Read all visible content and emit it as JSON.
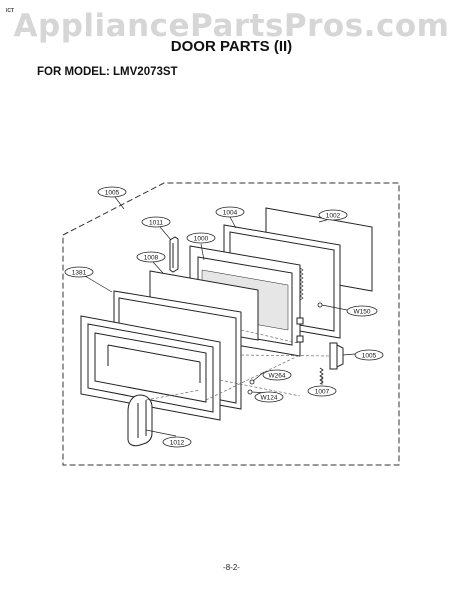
{
  "watermark": "AppliancePartsPros.com",
  "corner_mark": "ICT",
  "title": "DOOR PARTS (II)",
  "model_line": "FOR MODEL: LMV2073ST",
  "page_number": "-8-2-",
  "callouts": {
    "c1005a": "1005",
    "c1004": "1004",
    "c1002": "1002",
    "c1011": "1011",
    "c1000": "1000",
    "c1008": "1008",
    "c1381": "1381",
    "cW150": "W150",
    "c1005b": "1005",
    "cW264": "W264",
    "cW124": "W124",
    "c1007": "1007",
    "c1012": "1012"
  }
}
